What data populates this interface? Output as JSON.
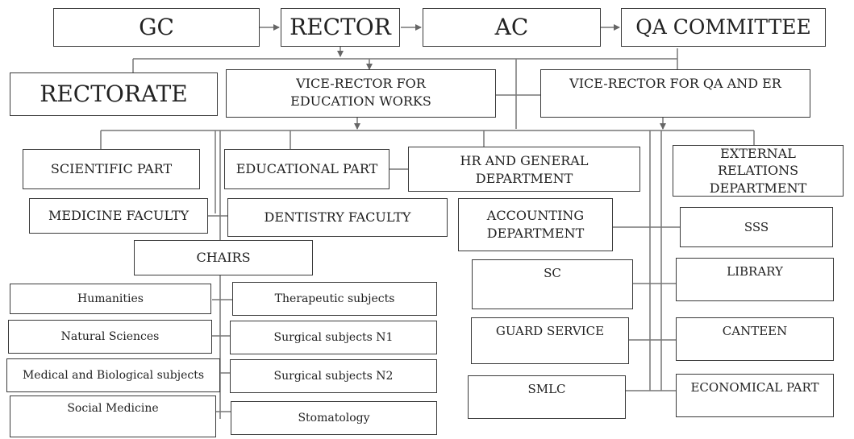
{
  "org_chart": {
    "boxes": {
      "gc": "GC",
      "rector": "RECTOR",
      "ac": "AC",
      "qa_committee": "QA COMMITTEE",
      "rectorate": "RECTORATE",
      "vice_rector_education": "VICE-RECTOR FOR EDUCATION WORKS",
      "vice_rector_qa_er": "VICE-RECTOR FOR QA AND ER",
      "scientific_part": "SCIENTIFIC PART",
      "educational_part": "EDUCATIONAL PART",
      "hr_general": "HR AND GENERAL DEPARTMENT",
      "external_relations": "EXTERNAL RELATIONS DEPARTMENT",
      "medicine_faculty": "MEDICINE FACULTY",
      "dentistry_faculty": "DENTISTRY FACULTY",
      "accounting": "ACCOUNTING DEPARTMENT",
      "sss": "SSS",
      "chairs": "CHAIRS",
      "humanities": "Humanities",
      "therapeutic": "Therapeutic subjects",
      "sc": "SC",
      "library": "LIBRARY",
      "natural_sciences": "Natural Sciences",
      "surgical_n1": "Surgical subjects N1",
      "guard_service": "GUARD SERVICE",
      "canteen": "CANTEEN",
      "med_bio": "Medical and Biological subjects",
      "surgical_n2": "Surgical subjects N2",
      "social_medicine": "Social Medicine",
      "stomatology": "Stomatology",
      "smlc": "SMLC",
      "economical_part": "ECONOMICAL PART"
    }
  }
}
